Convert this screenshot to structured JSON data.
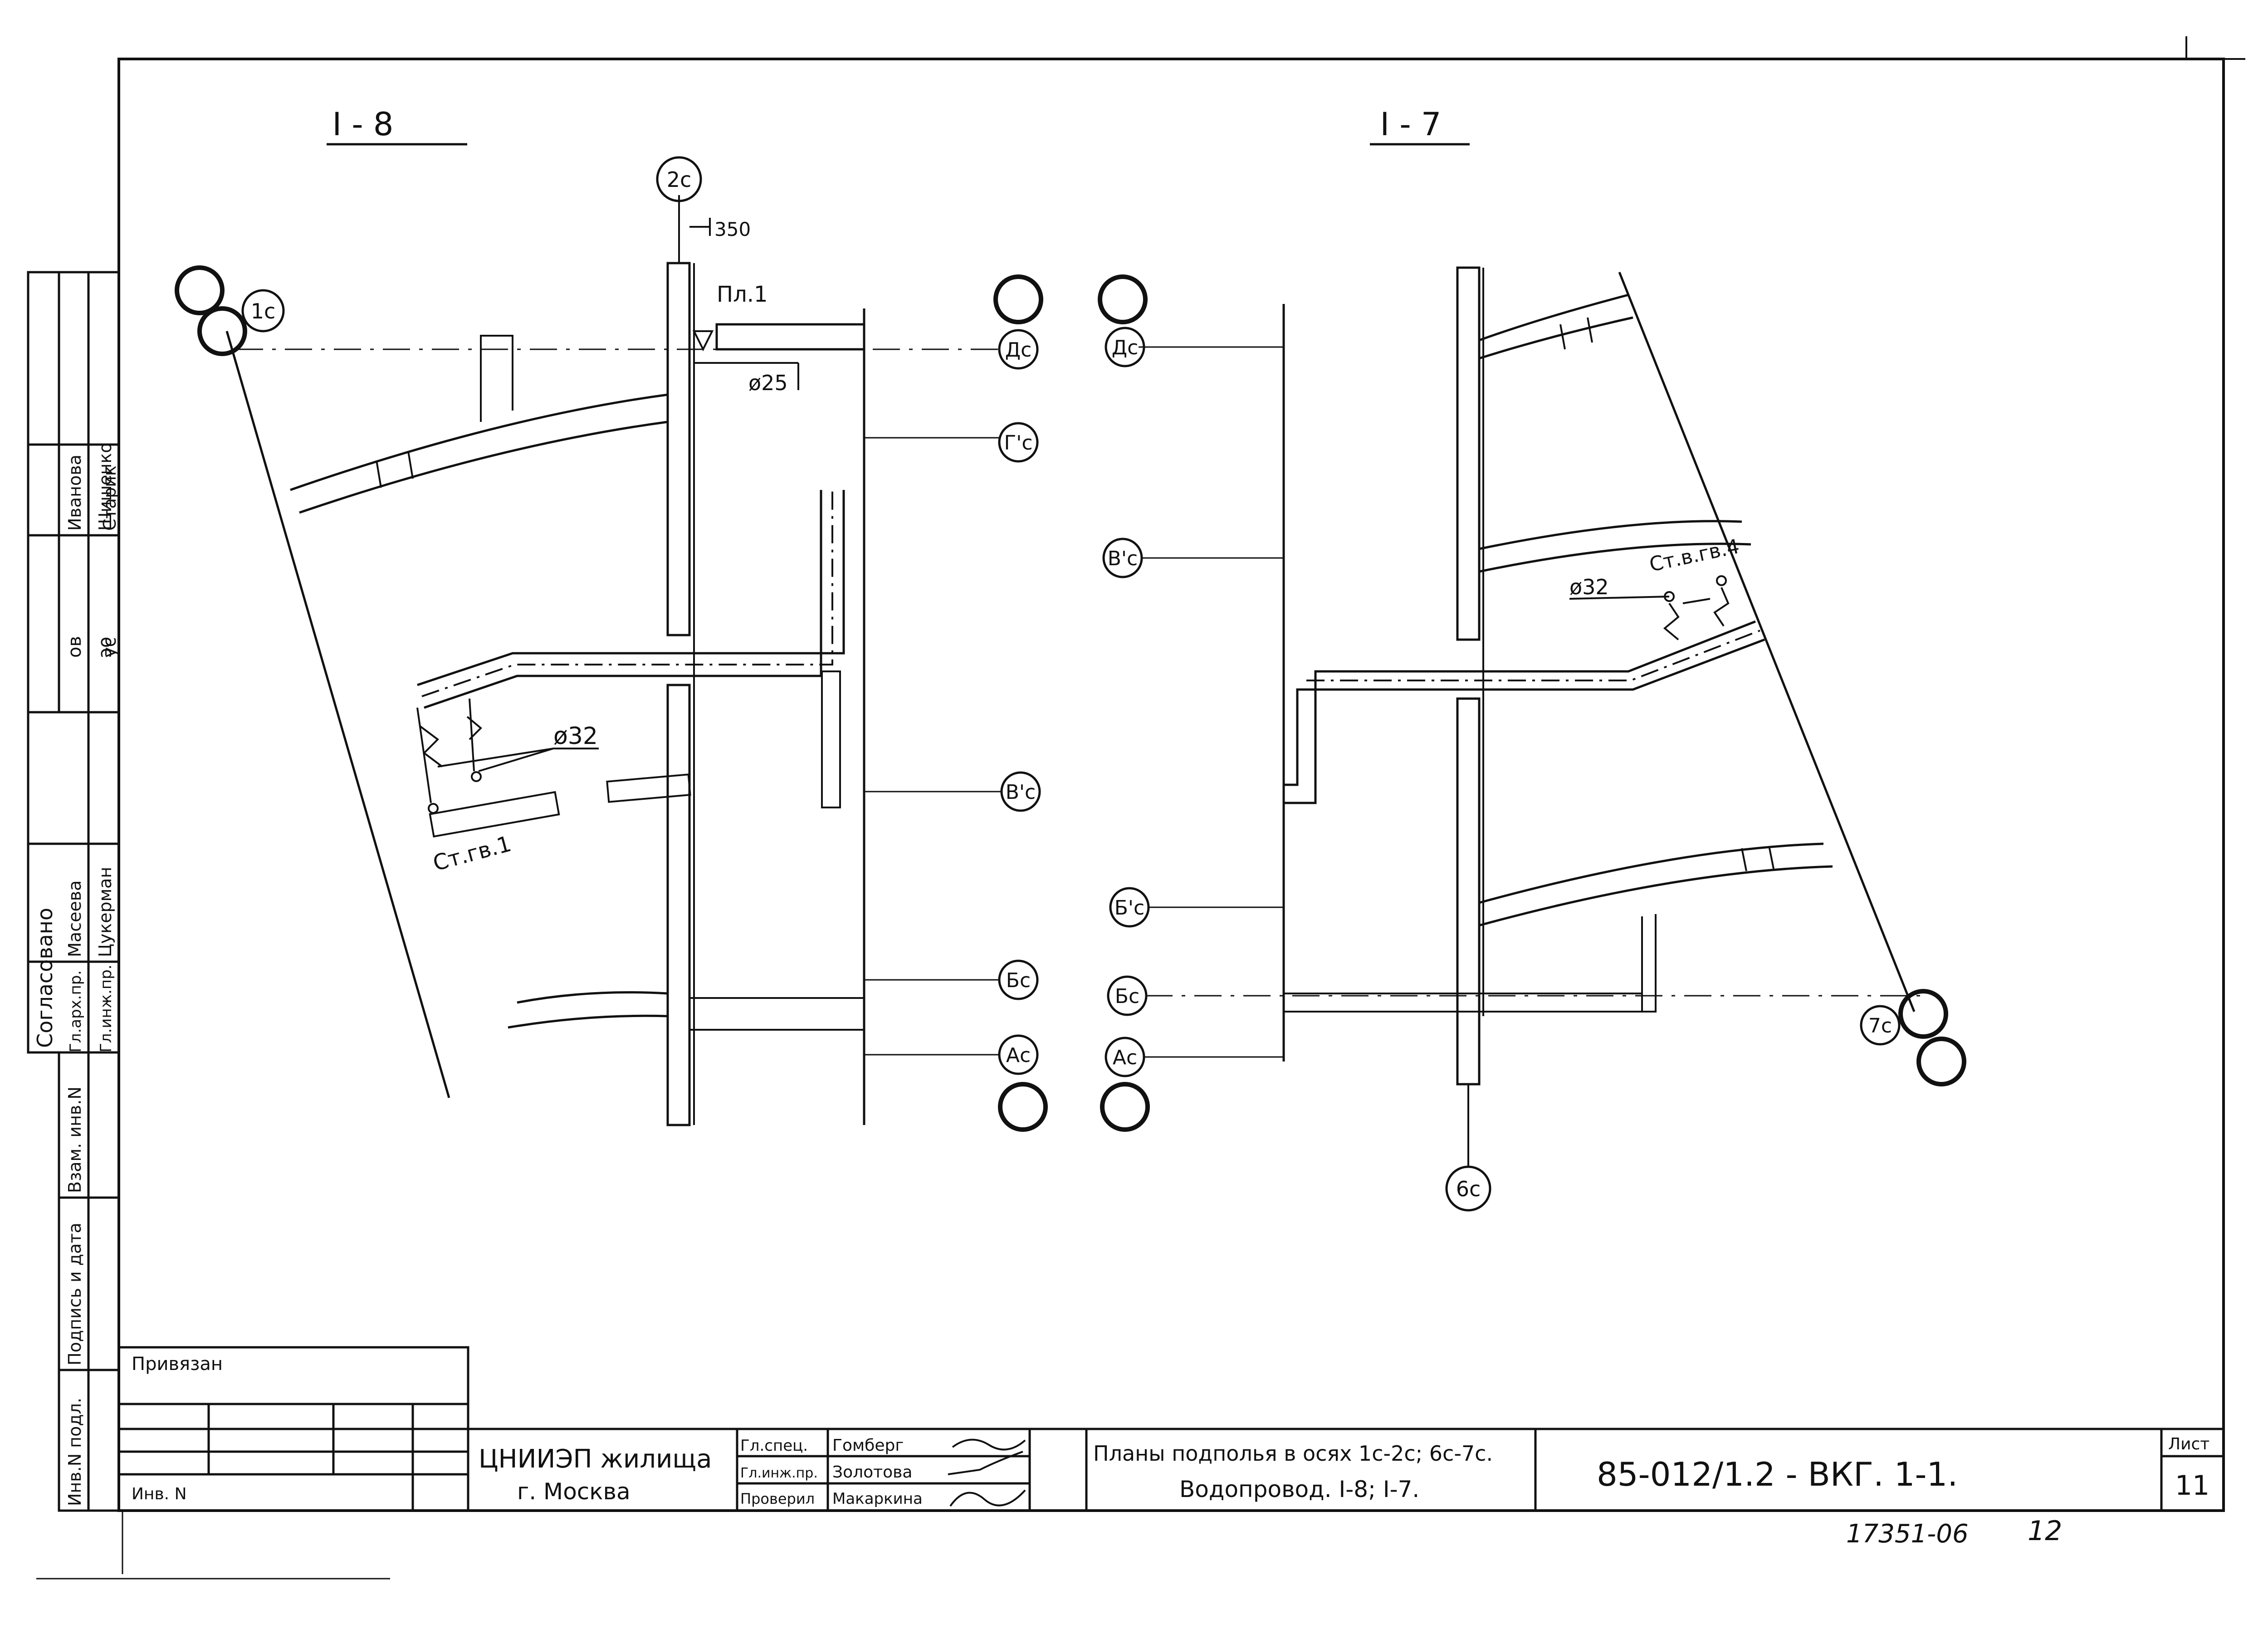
{
  "drawing": {
    "left_plan_title": "I - 8",
    "right_plan_title": "I - 7",
    "dimension_350": "350",
    "note_pl1": "Пл.1",
    "pipe_d25": "ø25",
    "pipe_d32_left": "ø32",
    "pipe_d32_right": "ø32",
    "riser_left": "Ст.гв.1",
    "riser_right": "Ст.в.гв.4"
  },
  "axis_labels": {
    "a_1c": "1с",
    "a_2c": "2с",
    "a_dc_l": "Дс",
    "a_gc_l": "Г'с",
    "a_vc_l": "В'с",
    "a_bc_l": "Бс",
    "a_ac_l": "Ас",
    "a_dc_r": "Дс",
    "a_vc_r": "В'с",
    "a_b1c_r": "Б'с",
    "a_bc_r": "Бс",
    "a_ac_r": "Ас",
    "a_7c": "7с",
    "a_6c": "6с"
  },
  "stamp": {
    "agreed_header": "Согласовано",
    "agreed_rows": [
      {
        "role": "Гл.арх.пр.",
        "name": "Масеева"
      },
      {
        "role": "Гл.инж.пр.",
        "name": "Цукерман"
      }
    ],
    "sign_rows": [
      {
        "code": "ов",
        "name": "Иванова"
      },
      {
        "code": "эо",
        "name": "Шишенко"
      },
      {
        "code": "ус",
        "name": "Старик"
      }
    ],
    "side_labels": {
      "replace": "Взам. инв.N",
      "sign_date": "Подпись и дата",
      "inv_orig": "Инв.N подл."
    },
    "linked": "Привязан",
    "inv_n": "Инв. N",
    "org_line1": "ЦНИИЭП жилища",
    "org_line2": "г. Москва",
    "staff": [
      {
        "role": "Гл.спец.",
        "name": "Гомберг"
      },
      {
        "role": "Гл.инж.пр.",
        "name": "Золотова"
      },
      {
        "role": "Проверил",
        "name": "Макаркина"
      }
    ],
    "title_line1": "Планы подполья в осях 1с-2с; 6с-7с.",
    "title_line2": "Водопровод. I-8; I-7.",
    "doc_code": "85-012/1.2 - ВКГ. 1-1.",
    "sheet_label": "Лист",
    "sheet_num": "11"
  },
  "footer": {
    "archive_no": "17351-06",
    "page": "12"
  }
}
